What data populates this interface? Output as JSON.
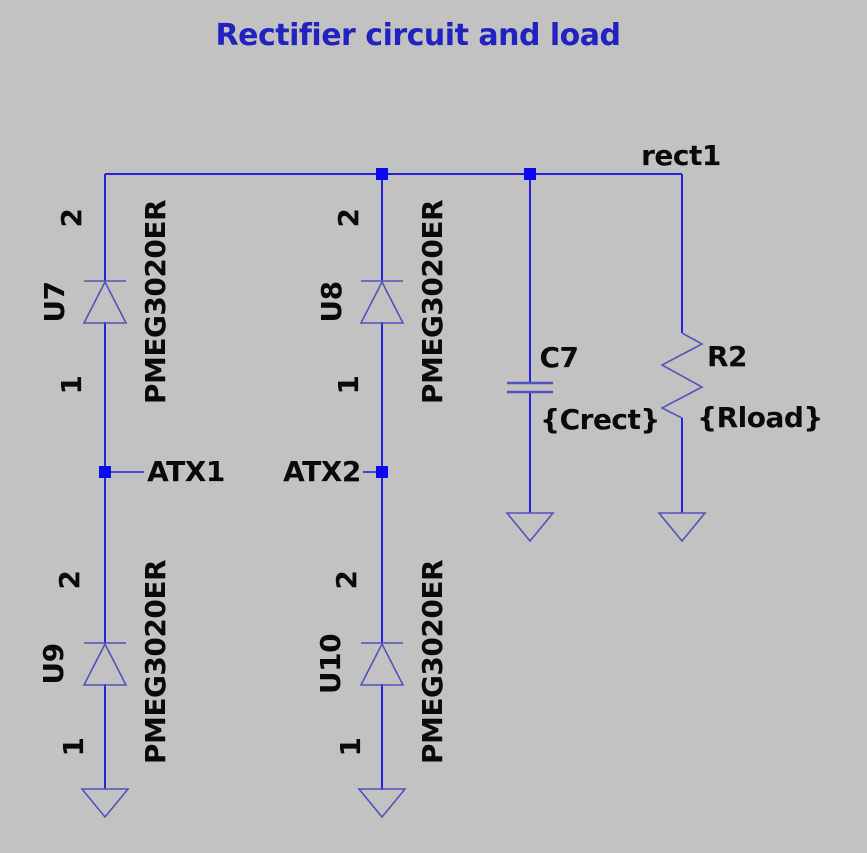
{
  "title": {
    "text": "Rectifier circuit and load"
  },
  "net_labels": {
    "rect1": "rect1",
    "atx1": "ATX1",
    "atx2": "ATX2"
  },
  "components": {
    "u7": {
      "ref": "U7",
      "part": "PMEG3020ER",
      "pin_cathode": "2",
      "pin_anode": "1"
    },
    "u8": {
      "ref": "U8",
      "part": "PMEG3020ER",
      "pin_cathode": "2",
      "pin_anode": "1"
    },
    "u9": {
      "ref": "U9",
      "part": "PMEG3020ER",
      "pin_cathode": "2",
      "pin_anode": "1"
    },
    "u10": {
      "ref": "U10",
      "part": "PMEG3020ER",
      "pin_cathode": "2",
      "pin_anode": "1"
    },
    "c7": {
      "ref": "C7",
      "value": "{Crect}"
    },
    "r2": {
      "ref": "R2",
      "value": "{Rload}"
    }
  },
  "colors": {
    "bg": "#c2c2c2",
    "wire": "#2424e0",
    "component": "#5353bd",
    "junction": "#0a0af2",
    "text": "#0a0a0a",
    "title": "#2222c0"
  }
}
